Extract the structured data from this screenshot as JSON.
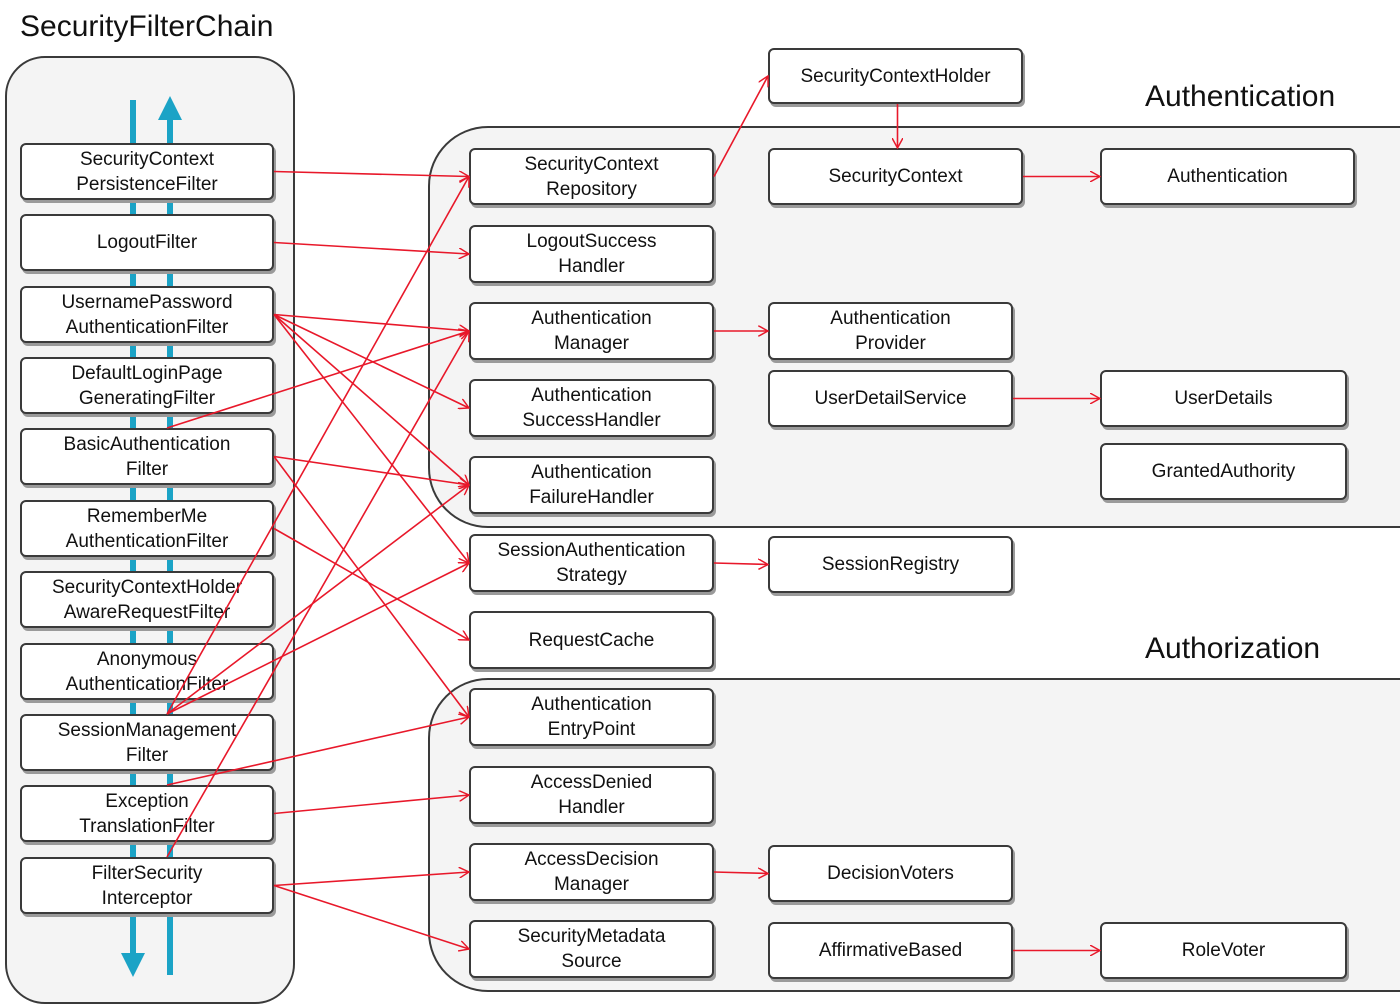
{
  "titles": {
    "chain": "SecurityFilterChain",
    "authentication": "Authentication",
    "authorization": "Authorization"
  },
  "colors": {
    "arrow": "#e8182a",
    "flow": "#1ba3c6",
    "border": "#3a3a3a",
    "group_fill": "#f4f4f4"
  },
  "filters": [
    {
      "id": "f1",
      "label": "SecurityContext\nPersistenceFilter"
    },
    {
      "id": "f2",
      "label": "LogoutFilter"
    },
    {
      "id": "f3",
      "label": "UsernamePassword\nAuthenticationFilter"
    },
    {
      "id": "f4",
      "label": "DefaultLoginPage\nGeneratingFilter"
    },
    {
      "id": "f5",
      "label": "BasicAuthentication\nFilter"
    },
    {
      "id": "f6",
      "label": "RememberMe\nAuthenticationFilter"
    },
    {
      "id": "f7",
      "label": "SecurityContextHolder\nAwareRequestFilter"
    },
    {
      "id": "f8",
      "label": "Anonymous\nAuthenticationFilter"
    },
    {
      "id": "f9",
      "label": "SessionManagement\nFilter"
    },
    {
      "id": "f10",
      "label": "Exception\nTranslationFilter"
    },
    {
      "id": "f11",
      "label": "FilterSecurity\nInterceptor"
    }
  ],
  "components": [
    {
      "id": "sch",
      "label": "SecurityContextHolder"
    },
    {
      "id": "scr",
      "label": "SecurityContext\nRepository"
    },
    {
      "id": "sc",
      "label": "SecurityContext"
    },
    {
      "id": "auth",
      "label": "Authentication"
    },
    {
      "id": "lsh",
      "label": "LogoutSuccess\nHandler"
    },
    {
      "id": "am",
      "label": "Authentication\nManager"
    },
    {
      "id": "ap",
      "label": "Authentication\nProvider"
    },
    {
      "id": "ash",
      "label": "Authentication\nSuccessHandler"
    },
    {
      "id": "uds",
      "label": "UserDetailService"
    },
    {
      "id": "ud",
      "label": "UserDetails"
    },
    {
      "id": "ga",
      "label": "GrantedAuthority"
    },
    {
      "id": "afh",
      "label": "Authentication\nFailureHandler"
    },
    {
      "id": "sas",
      "label": "SessionAuthentication\nStrategy"
    },
    {
      "id": "sr",
      "label": "SessionRegistry"
    },
    {
      "id": "rc",
      "label": "RequestCache"
    },
    {
      "id": "aep",
      "label": "Authentication\nEntryPoint"
    },
    {
      "id": "adh",
      "label": "AccessDenied\nHandler"
    },
    {
      "id": "adm",
      "label": "AccessDecision\nManager"
    },
    {
      "id": "dv",
      "label": "DecisionVoters"
    },
    {
      "id": "sms",
      "label": "SecurityMetadata\nSource"
    },
    {
      "id": "ab",
      "label": "AffirmativeBased"
    },
    {
      "id": "rv",
      "label": "RoleVoter"
    }
  ],
  "edges": [
    [
      "f1",
      "scr"
    ],
    [
      "f2",
      "lsh"
    ],
    [
      "f3",
      "am"
    ],
    [
      "f3",
      "ash"
    ],
    [
      "f3",
      "afh"
    ],
    [
      "f3",
      "sas"
    ],
    [
      "f5",
      "am"
    ],
    [
      "f5",
      "afh"
    ],
    [
      "f5",
      "aep"
    ],
    [
      "f6",
      "rc"
    ],
    [
      "f9",
      "scr"
    ],
    [
      "f9",
      "sas"
    ],
    [
      "f9",
      "afh"
    ],
    [
      "f10",
      "aep"
    ],
    [
      "f10",
      "adh"
    ],
    [
      "f11",
      "am"
    ],
    [
      "f11",
      "adm"
    ],
    [
      "f11",
      "sms"
    ],
    [
      "scr",
      "sch"
    ],
    [
      "sch",
      "sc"
    ],
    [
      "sc",
      "auth"
    ],
    [
      "am",
      "ap"
    ],
    [
      "uds",
      "ud"
    ],
    [
      "sas",
      "sr"
    ],
    [
      "adm",
      "dv"
    ],
    [
      "ab",
      "rv"
    ]
  ]
}
